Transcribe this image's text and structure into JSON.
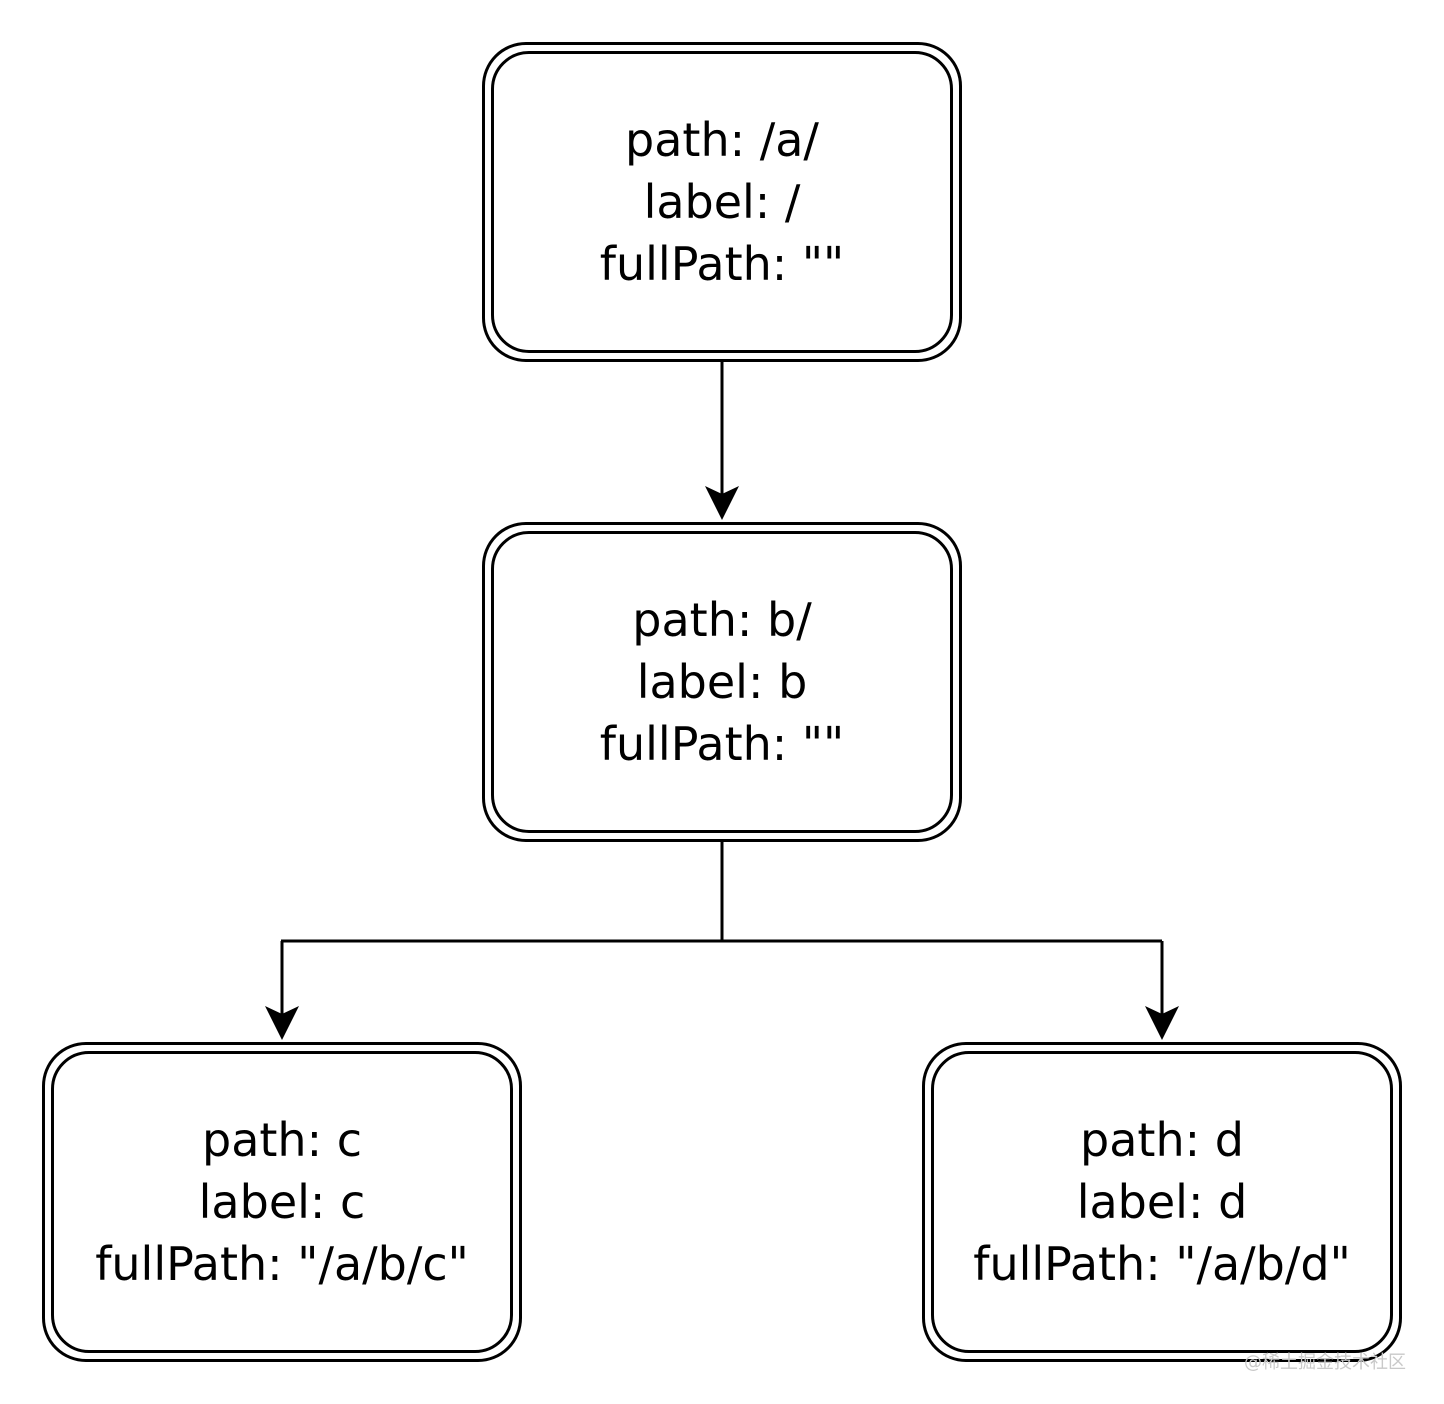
{
  "nodes": {
    "root": {
      "path": "path: /a/",
      "label": "label: /",
      "fullPath": "fullPath: \"\""
    },
    "b": {
      "path": "path: b/",
      "label": "label: b",
      "fullPath": "fullPath: \"\""
    },
    "c": {
      "path": "path: c",
      "label": "label: c",
      "fullPath": "fullPath: \"/a/b/c\""
    },
    "d": {
      "path": "path: d",
      "label": "label: d",
      "fullPath": "fullPath: \"/a/b/d\""
    }
  },
  "edges": [
    {
      "from": "root",
      "to": "b"
    },
    {
      "from": "b",
      "to": "c"
    },
    {
      "from": "b",
      "to": "d"
    }
  ],
  "colors": {
    "stroke": "#000000",
    "background": "#ffffff",
    "watermark": "#c9c9c9"
  },
  "watermark": "@稀土掘金技术社区"
}
